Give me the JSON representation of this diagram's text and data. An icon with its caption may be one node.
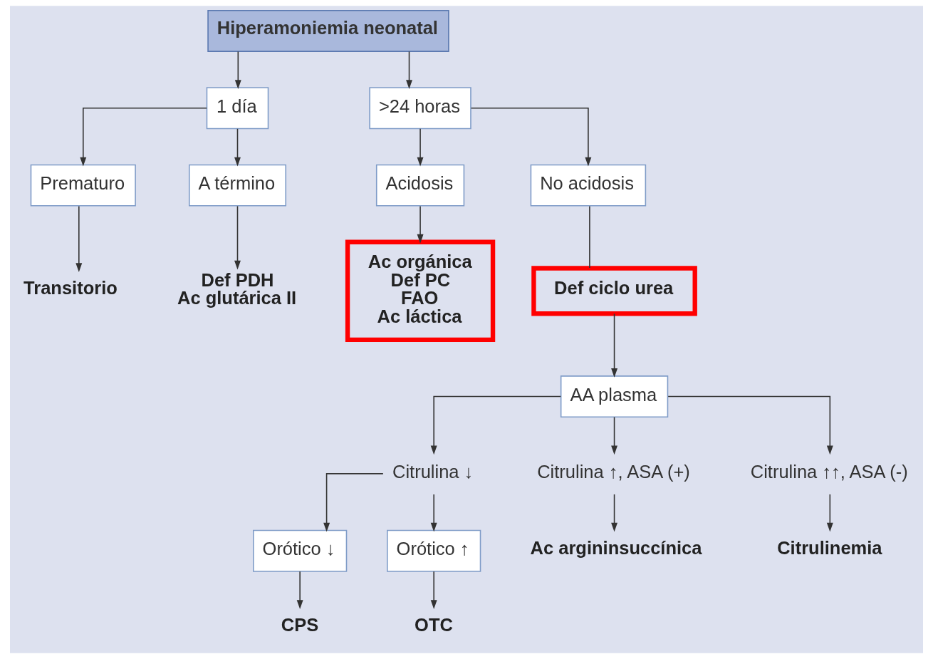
{
  "diagram": {
    "nodes": [
      {
        "text": [
          "Hiperamoniemia neonatal"
        ]
      },
      {
        "text": [
          "1 día"
        ]
      },
      {
        "text": [
          ">24 horas"
        ]
      },
      {
        "text": [
          "Prematuro"
        ]
      },
      {
        "text": [
          "A término"
        ]
      },
      {
        "text": [
          "Acidosis"
        ]
      },
      {
        "text": [
          "No acidosis"
        ]
      },
      {
        "text": [
          "Transitorio"
        ]
      },
      {
        "text": [
          "Def PDH",
          "Ac glutárica II"
        ]
      },
      {
        "text": [
          "Ac orgánica",
          "Def PC",
          "FAO",
          "Ac láctica"
        ]
      },
      {
        "text": [
          "Def ciclo urea"
        ]
      },
      {
        "text": [
          "AA plasma"
        ]
      },
      {
        "text": [
          "Citrulina ↓"
        ]
      },
      {
        "text": [
          "Citrulina ↑, ASA (+)"
        ]
      },
      {
        "text": [
          "Citrulina ↑↑, ASA (-)"
        ]
      },
      {
        "text": [
          "Orótico ↓"
        ]
      },
      {
        "text": [
          "Orótico ↑"
        ]
      },
      {
        "text": [
          "CPS"
        ]
      },
      {
        "text": [
          "OTC"
        ]
      },
      {
        "text": [
          "Ac argininsuccínica"
        ]
      },
      {
        "text": [
          "Citrulinemia"
        ]
      }
    ],
    "edges": [
      {
        "from": 0,
        "to": 1,
        "arrow": "to"
      },
      {
        "from": 0,
        "to": 2,
        "arrow": "to"
      },
      {
        "from": 1,
        "to": 3,
        "arrow": "to"
      },
      {
        "from": 1,
        "to": 4,
        "arrow": "to"
      },
      {
        "from": 2,
        "to": 5,
        "arrow": "to"
      },
      {
        "from": 2,
        "to": 6,
        "arrow": "to"
      },
      {
        "from": 3,
        "to": 7,
        "arrow": "to"
      },
      {
        "from": 4,
        "to": 8,
        "arrow": "to"
      },
      {
        "from": 5,
        "to": 9,
        "arrow": "to"
      },
      {
        "from": 6,
        "to": 10,
        "arrow": "none"
      },
      {
        "from": 10,
        "to": 11,
        "arrow": "to"
      },
      {
        "from": 11,
        "to": 12,
        "arrow": "to"
      },
      {
        "from": 11,
        "to": 13,
        "arrow": "to"
      },
      {
        "from": 11,
        "to": 14,
        "arrow": "to"
      },
      {
        "from": 12,
        "to": 15,
        "arrow": "to"
      },
      {
        "from": 12,
        "to": 16,
        "arrow": "to"
      },
      {
        "from": 15,
        "to": 17,
        "arrow": "to"
      },
      {
        "from": 16,
        "to": 18,
        "arrow": "to"
      },
      {
        "from": 13,
        "to": 19,
        "arrow": "to"
      },
      {
        "from": 14,
        "to": 20,
        "arrow": "to"
      }
    ]
  }
}
